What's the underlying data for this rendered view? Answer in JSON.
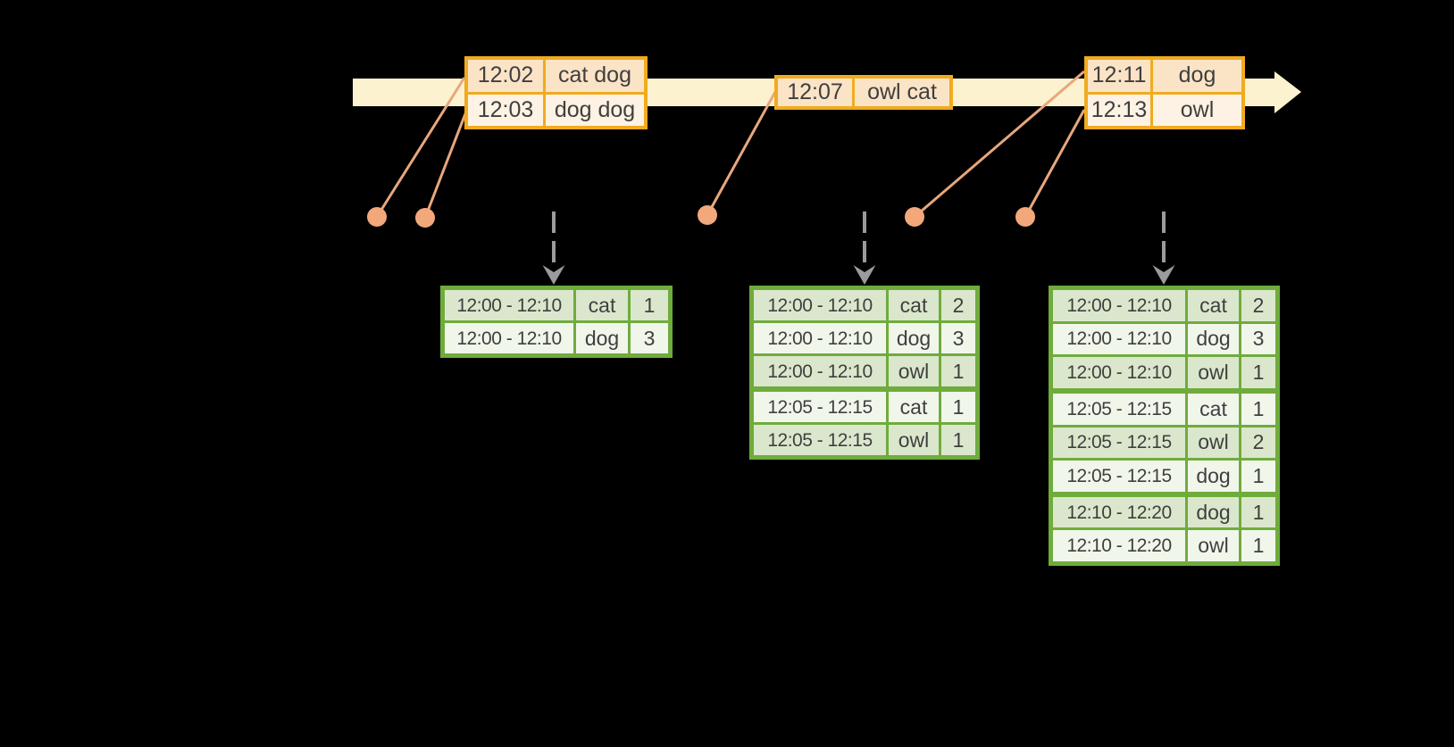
{
  "diagram": {
    "description": "streaming windowed word-count diagram",
    "colors": {
      "background": "#000000",
      "timeline_arrow": "#FCF2CF",
      "event_table_border": "#F0AB1F",
      "event_cell_peach": "#FBE3C6",
      "event_cell_cream": "#FDF2E3",
      "result_table_border": "#6FAC3C",
      "result_row_dark": "#DAE7CC",
      "result_row_light": "#F1F6EB",
      "connector_line": "#E9A77C",
      "event_dot": "#F2A87B",
      "trigger_arrow": "#9B9B9B",
      "text": "#3F3F3F"
    },
    "event_tables": [
      {
        "rows": [
          {
            "time": "12:02",
            "words": "cat dog"
          },
          {
            "time": "12:03",
            "words": "dog dog"
          }
        ]
      },
      {
        "rows": [
          {
            "time": "12:07",
            "words": "owl cat"
          }
        ]
      },
      {
        "rows": [
          {
            "time": "12:11",
            "words": "dog"
          },
          {
            "time": "12:13",
            "words": "owl"
          }
        ]
      }
    ],
    "result_tables": [
      {
        "rows": [
          {
            "window": "12:00 - 12:10",
            "word": "cat",
            "count": "1"
          },
          {
            "window": "12:00 - 12:10",
            "word": "dog",
            "count": "3"
          }
        ]
      },
      {
        "rows": [
          {
            "window": "12:00 - 12:10",
            "word": "cat",
            "count": "2"
          },
          {
            "window": "12:00 - 12:10",
            "word": "dog",
            "count": "3"
          },
          {
            "window": "12:00 - 12:10",
            "word": "owl",
            "count": "1"
          },
          {
            "window": "12:05 - 12:15",
            "word": "cat",
            "count": "1"
          },
          {
            "window": "12:05 - 12:15",
            "word": "owl",
            "count": "1"
          }
        ]
      },
      {
        "rows": [
          {
            "window": "12:00 - 12:10",
            "word": "cat",
            "count": "2"
          },
          {
            "window": "12:00 - 12:10",
            "word": "dog",
            "count": "3"
          },
          {
            "window": "12:00 - 12:10",
            "word": "owl",
            "count": "1"
          },
          {
            "window": "12:05 - 12:15",
            "word": "cat",
            "count": "1"
          },
          {
            "window": "12:05 - 12:15",
            "word": "owl",
            "count": "2"
          },
          {
            "window": "12:05 - 12:15",
            "word": "dog",
            "count": "1"
          },
          {
            "window": "12:10 - 12:20",
            "word": "dog",
            "count": "1"
          },
          {
            "window": "12:10 - 12:20",
            "word": "owl",
            "count": "1"
          }
        ]
      }
    ]
  }
}
